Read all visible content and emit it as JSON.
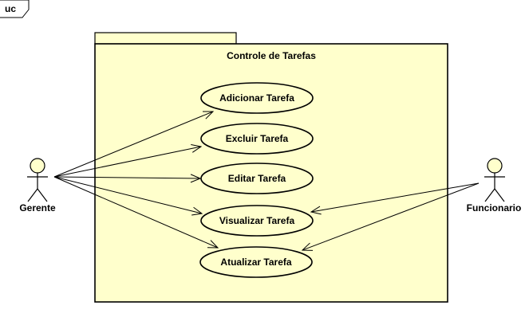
{
  "frame": {
    "label": "uc"
  },
  "system": {
    "name": "Controle de Tarefas",
    "fill_color": "#ffffcc",
    "stroke_color": "#000000"
  },
  "actors": [
    {
      "id": "gerente",
      "name": "Gerente"
    },
    {
      "id": "funcionario",
      "name": "Funcionario"
    }
  ],
  "use_cases": [
    {
      "id": "adicionar",
      "name": "Adicionar Tarefa"
    },
    {
      "id": "excluir",
      "name": "Excluir Tarefa"
    },
    {
      "id": "editar",
      "name": "Editar Tarefa"
    },
    {
      "id": "visualizar",
      "name": "Visualizar Tarefa"
    },
    {
      "id": "atualizar",
      "name": "Atualizar Tarefa"
    }
  ],
  "associations": [
    {
      "from": "gerente",
      "to": "adicionar"
    },
    {
      "from": "gerente",
      "to": "excluir"
    },
    {
      "from": "gerente",
      "to": "editar"
    },
    {
      "from": "gerente",
      "to": "visualizar"
    },
    {
      "from": "gerente",
      "to": "atualizar"
    },
    {
      "from": "funcionario",
      "to": "visualizar"
    },
    {
      "from": "funcionario",
      "to": "atualizar"
    }
  ]
}
